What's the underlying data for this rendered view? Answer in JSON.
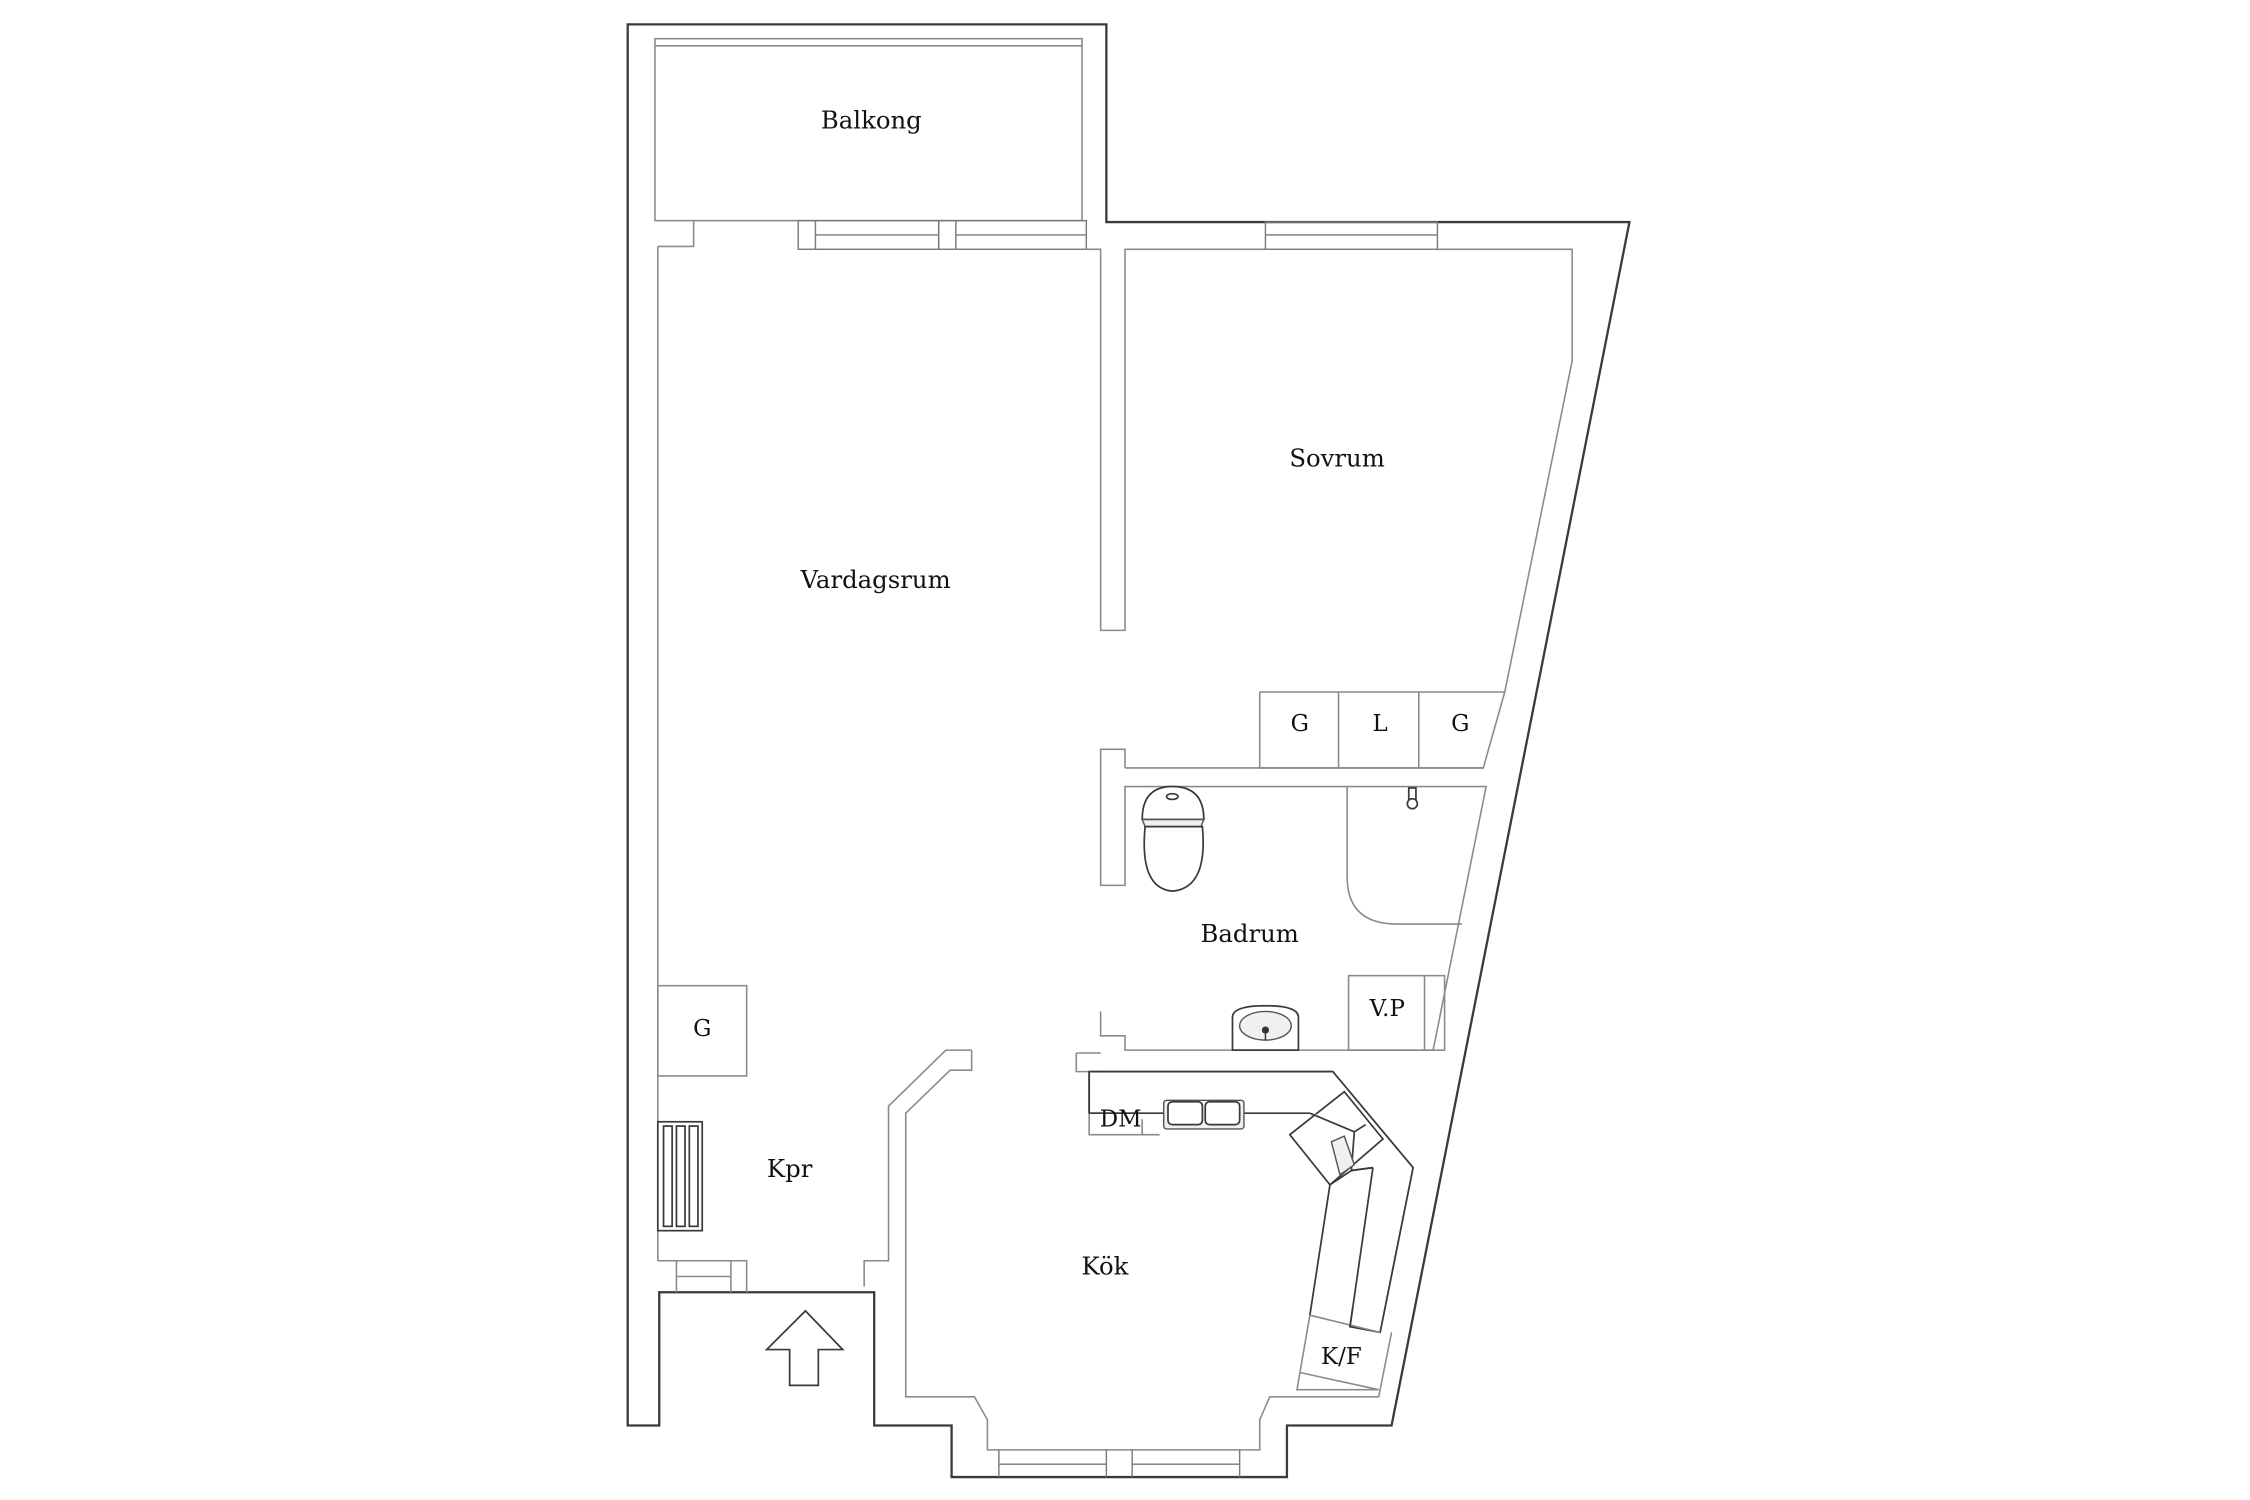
{
  "floor_plan": {
    "rooms": [
      {
        "id": "balkong",
        "label": "Balkong"
      },
      {
        "id": "vardagsrum",
        "label": "Vardagsrum"
      },
      {
        "id": "sovrum",
        "label": "Sovrum"
      },
      {
        "id": "badrum",
        "label": "Badrum"
      },
      {
        "id": "kpr",
        "label": "Kpr"
      },
      {
        "id": "kok",
        "label": "Kök"
      }
    ],
    "fixtures": {
      "wardrobe_g1": "G",
      "wardrobe_l": "L",
      "wardrobe_g2": "G",
      "hall_wardrobe_g": "G",
      "vp": "V.P",
      "dm": "DM",
      "kf": "K/F"
    },
    "icons": [
      "toilet-icon",
      "shower-head-icon",
      "washbasin-icon",
      "sink-icon",
      "stove-icon",
      "radiator-icon",
      "entrance-arrow-icon"
    ],
    "colors": {
      "outer_wall": "#3a3a3a",
      "inner_wall": "#8a8a8a",
      "background": "#ffffff"
    }
  }
}
